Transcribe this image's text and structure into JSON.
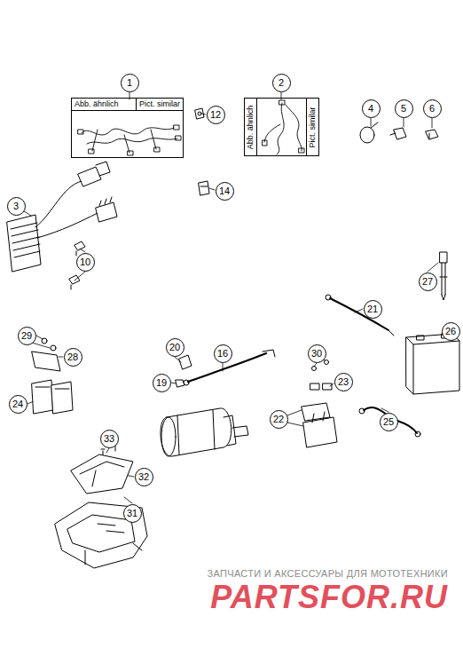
{
  "diagram": {
    "nodes": [
      {
        "text": [
          "Abb. ähnlich",
          "Pict. similar"
        ]
      },
      {
        "text": [
          "Abb. ähnlich",
          "Pict. similar"
        ]
      }
    ],
    "labels": [
      "1",
      "2",
      "3",
      "4",
      "5",
      "6",
      "10",
      "12",
      "14",
      "16",
      "19",
      "20",
      "21",
      "22",
      "23",
      "24",
      "25",
      "26",
      "27",
      "28",
      "29",
      "30",
      "31",
      "32",
      "33",
      "ЗАПЧАСТИ И АКСЕССУАРЫ ДЛЯ МОТОТЕХНИКИ",
      "PARTSFOR.RU"
    ]
  }
}
